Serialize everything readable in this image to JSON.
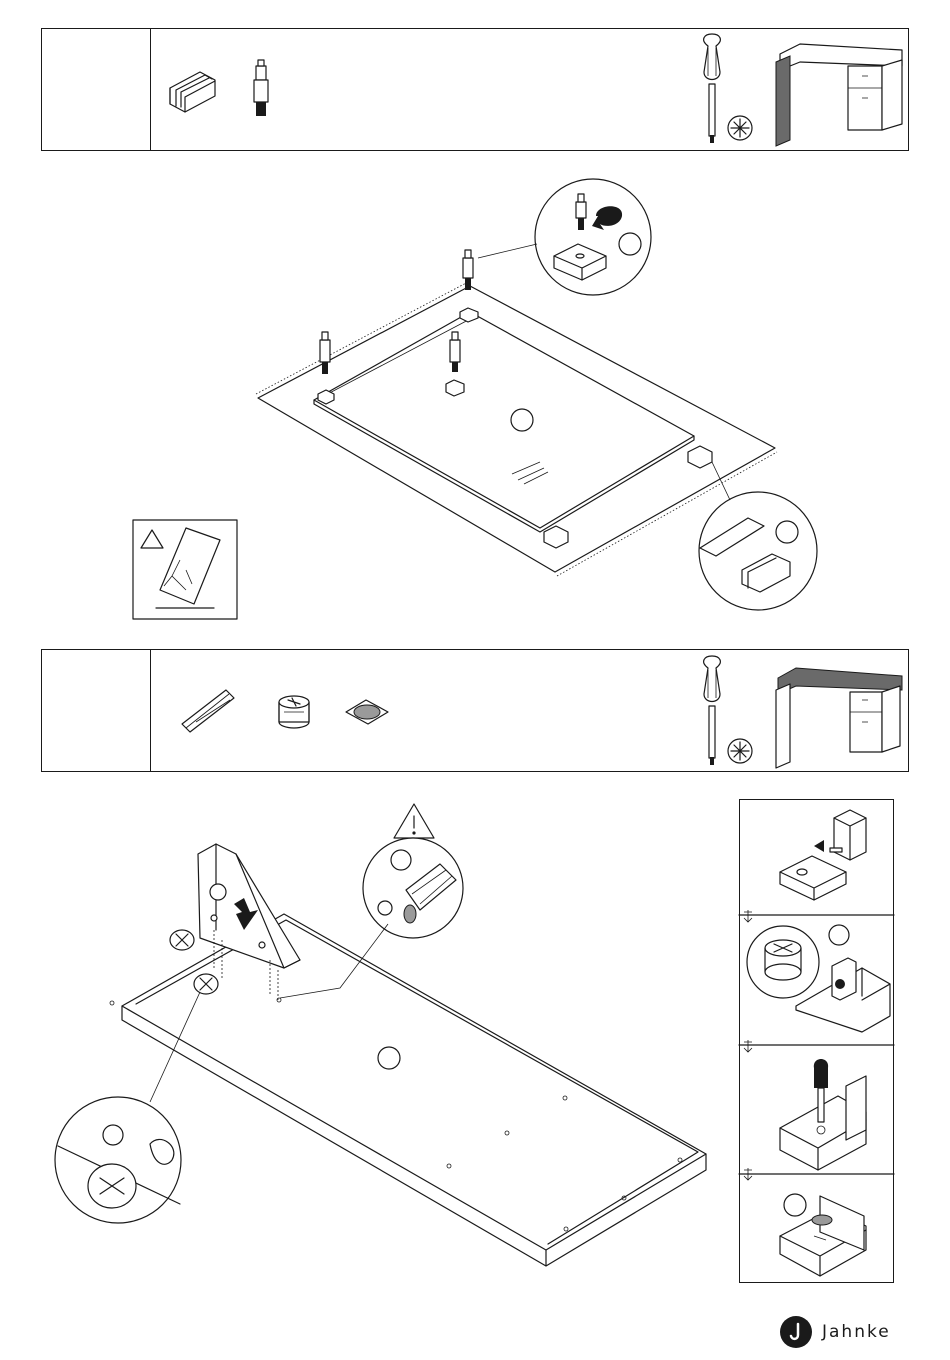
{
  "page": {
    "brand": {
      "name": "Jahnke",
      "logo_letter": "J"
    },
    "step_panels": [
      {
        "id": "legs-glass",
        "parts": [
          "glass-clip-icon",
          "leveling-screw-icon"
        ],
        "tools": [
          "screwdriver-icon",
          "phillips-bit-icon"
        ],
        "preview": "desk-with-side-panel"
      },
      {
        "id": "table-top",
        "parts": [
          "wood-dowel-icon",
          "cam-lock-icon",
          "cover-cap-icon"
        ],
        "tools": [
          "screwdriver-icon",
          "phillips-bit-icon"
        ],
        "preview": "desk-with-top"
      }
    ],
    "warning_icons": [
      "warning-triangle-icon",
      "fragile-glass-icon"
    ],
    "colors": {
      "line": "#1a1a1a",
      "accent_gray": "#9a9a9a",
      "background": "#ffffff"
    }
  }
}
